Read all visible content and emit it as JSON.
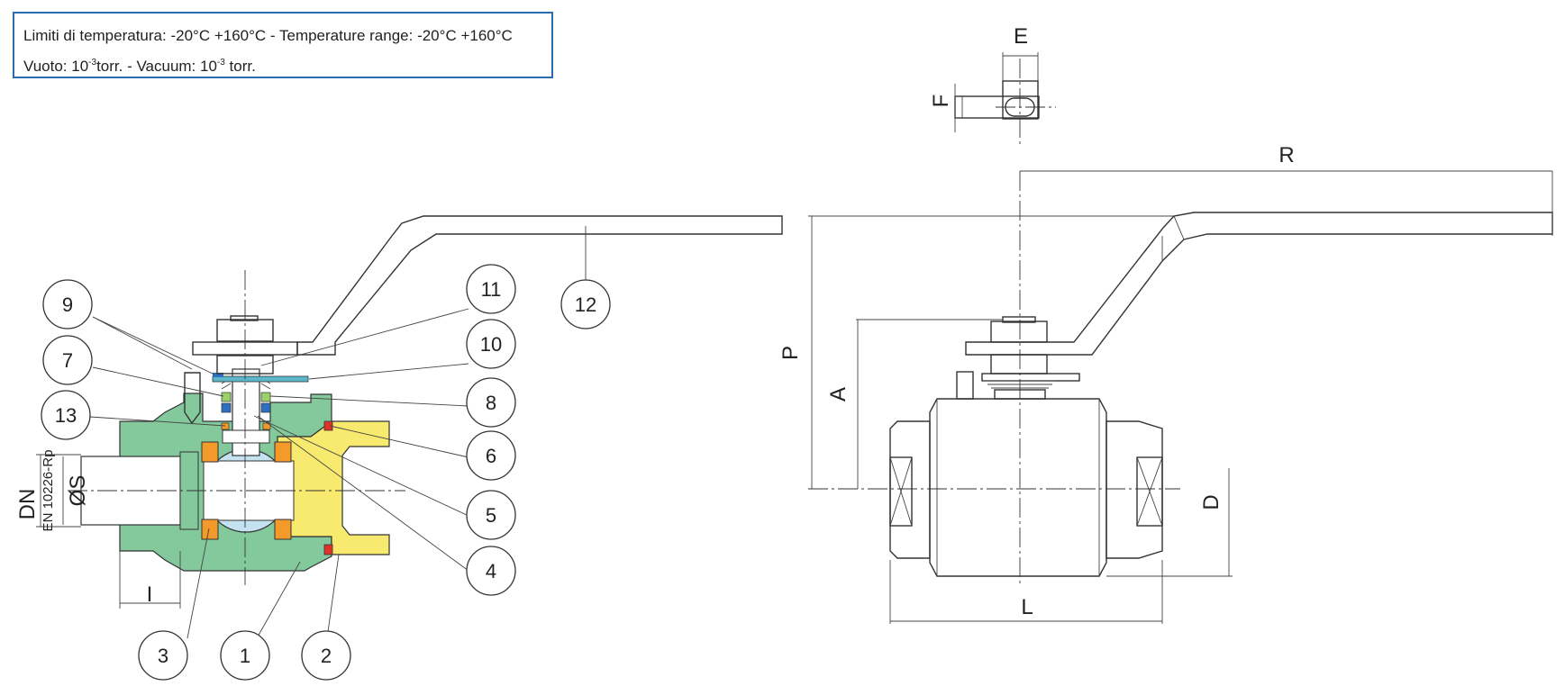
{
  "info": {
    "line1": "Limiti di temperatura: -20°C +160°C - Temperature range: -20°C +160°C",
    "line2_pre": "Vuoto: 10",
    "line2_exp1": "-3",
    "line2_mid": "torr. - Vacuum: 10",
    "line2_exp2": "-3",
    "line2_post": " torr."
  },
  "dimensions": {
    "E": "E",
    "F": "F",
    "R": "R",
    "P": "P",
    "A": "A",
    "D": "D",
    "L": "L",
    "DN": "DN",
    "EN": "EN 10226-Rp",
    "S": "ØS",
    "I": "I"
  },
  "parts": [
    "1",
    "2",
    "3",
    "4",
    "5",
    "6",
    "7",
    "8",
    "9",
    "10",
    "11",
    "12",
    "13"
  ],
  "colors": {
    "body": "#84c99c",
    "end_cap": "#f7ea6e",
    "ball": "#c4e2f0",
    "seat": "#f39a2b",
    "gasket": "#e0322a",
    "handle": "#5bb6c9",
    "frame": "#2b6cb0"
  }
}
